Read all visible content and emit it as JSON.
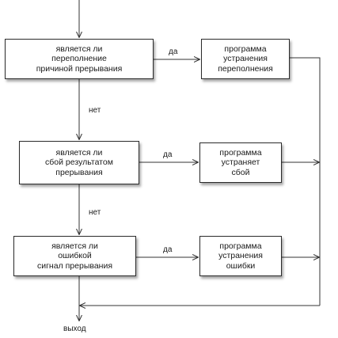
{
  "decisions": [
    {
      "id": "overflow",
      "lines": [
        "является ли",
        "переполнение",
        "причиной прерывания"
      ]
    },
    {
      "id": "result-failure",
      "lines": [
        "является ли",
        "сбой результатом",
        "прерывания"
      ]
    },
    {
      "id": "error-signal",
      "lines": [
        "является ли",
        "ошибкой",
        "сигнал прерывания"
      ]
    }
  ],
  "actions": [
    {
      "id": "overflow-fix",
      "lines": [
        "программа",
        "устранения",
        "переполнения"
      ]
    },
    {
      "id": "failure-fix",
      "lines": [
        "программа",
        "устраняет",
        "сбой"
      ]
    },
    {
      "id": "error-fix",
      "lines": [
        "программа",
        "устранения",
        "ошибки"
      ]
    }
  ],
  "labels": {
    "yes_1": "да",
    "yes_2": "да",
    "yes_3": "да",
    "no_1": "нет",
    "no_2": "нет",
    "exit": "выход"
  }
}
